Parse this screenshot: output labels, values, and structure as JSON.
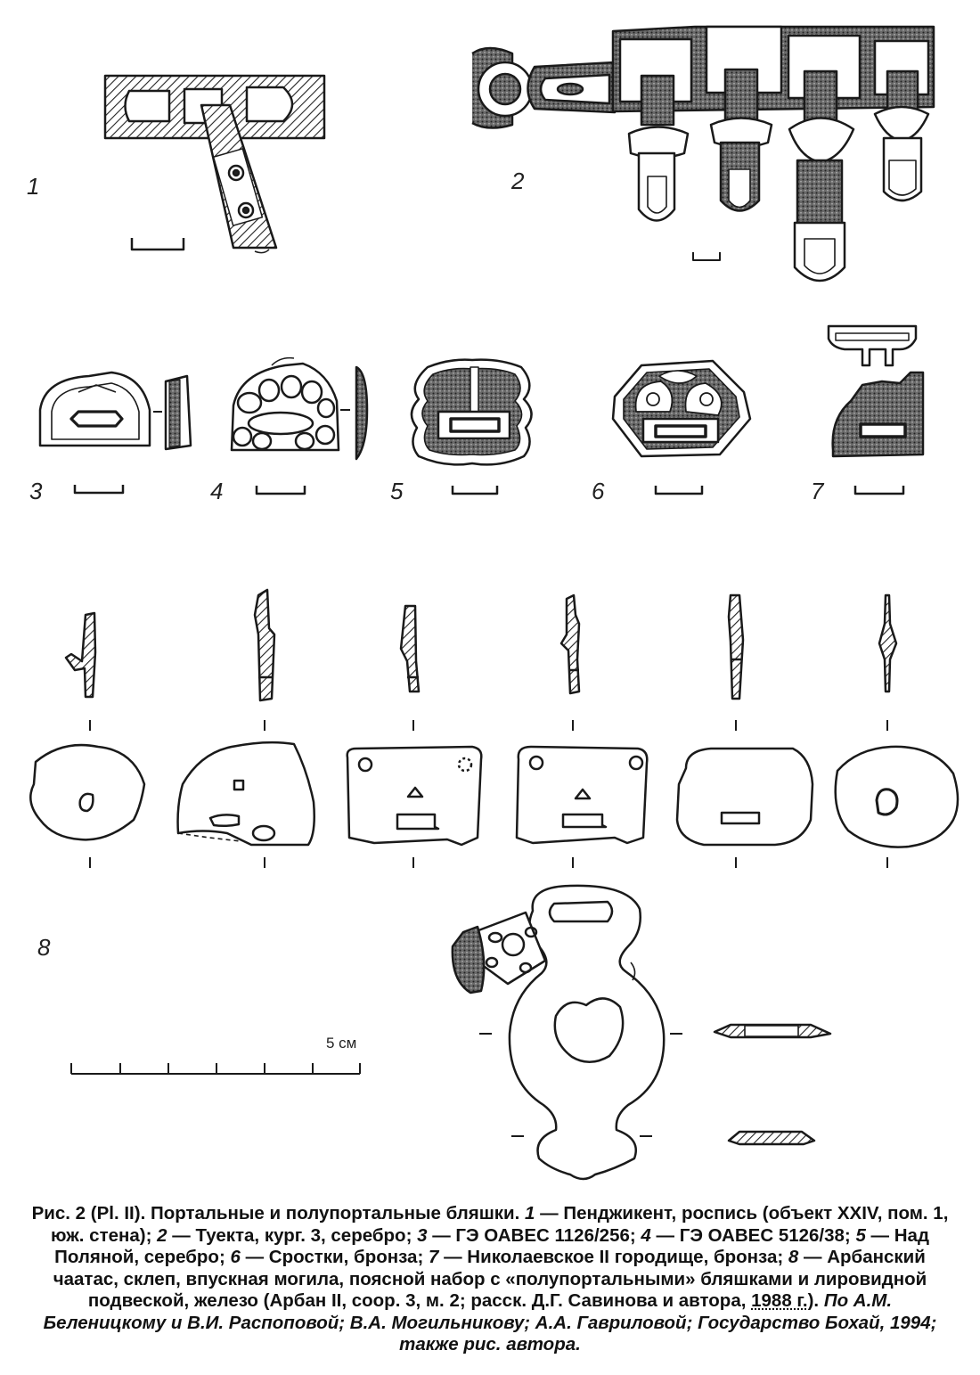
{
  "figure": {
    "numbers": [
      "1",
      "2",
      "3",
      "4",
      "5",
      "6",
      "7",
      "8"
    ],
    "scale_label": "5 см"
  },
  "caption": {
    "p1": "Рис. 2 (Pl. II). Портальные и полупортальные бляшки. ",
    "n1": "1",
    "p2": " — Пенджикент, роспись (объект XXIV, пом. 1, юж. стена); ",
    "n2": "2",
    "p3": " — Туекта, кург. 3, серебро; ",
    "n3": "3",
    "p4": " — ГЭ ОАВЕС 1126/256; ",
    "n4": "4",
    "p5": " — ГЭ ОАВЕС 5126/38; ",
    "n5": "5",
    "p6": " — Над Поляной, серебро; ",
    "n6": "6",
    "p7": " — Сростки, бронза; ",
    "n7": "7",
    "p8": " — Николаевское II городище, бронза; ",
    "n8": "8",
    "p9": " — Арбанский чаатас, склеп, впускная могила, поясной набор с «полупортальными» бляшками и лировидной подвеской, железо (Арбан II, соор. 3, м. 2; расск. Д.Г. Савинова и автора, ",
    "year": "1988 г.",
    "p10": "). ",
    "credits": "По А.М. Беленицкому и В.И. Распоповой; В.А. Могильникову; А.А. Гавриловой; Государство Бохай, 1994; также рис. автора."
  }
}
